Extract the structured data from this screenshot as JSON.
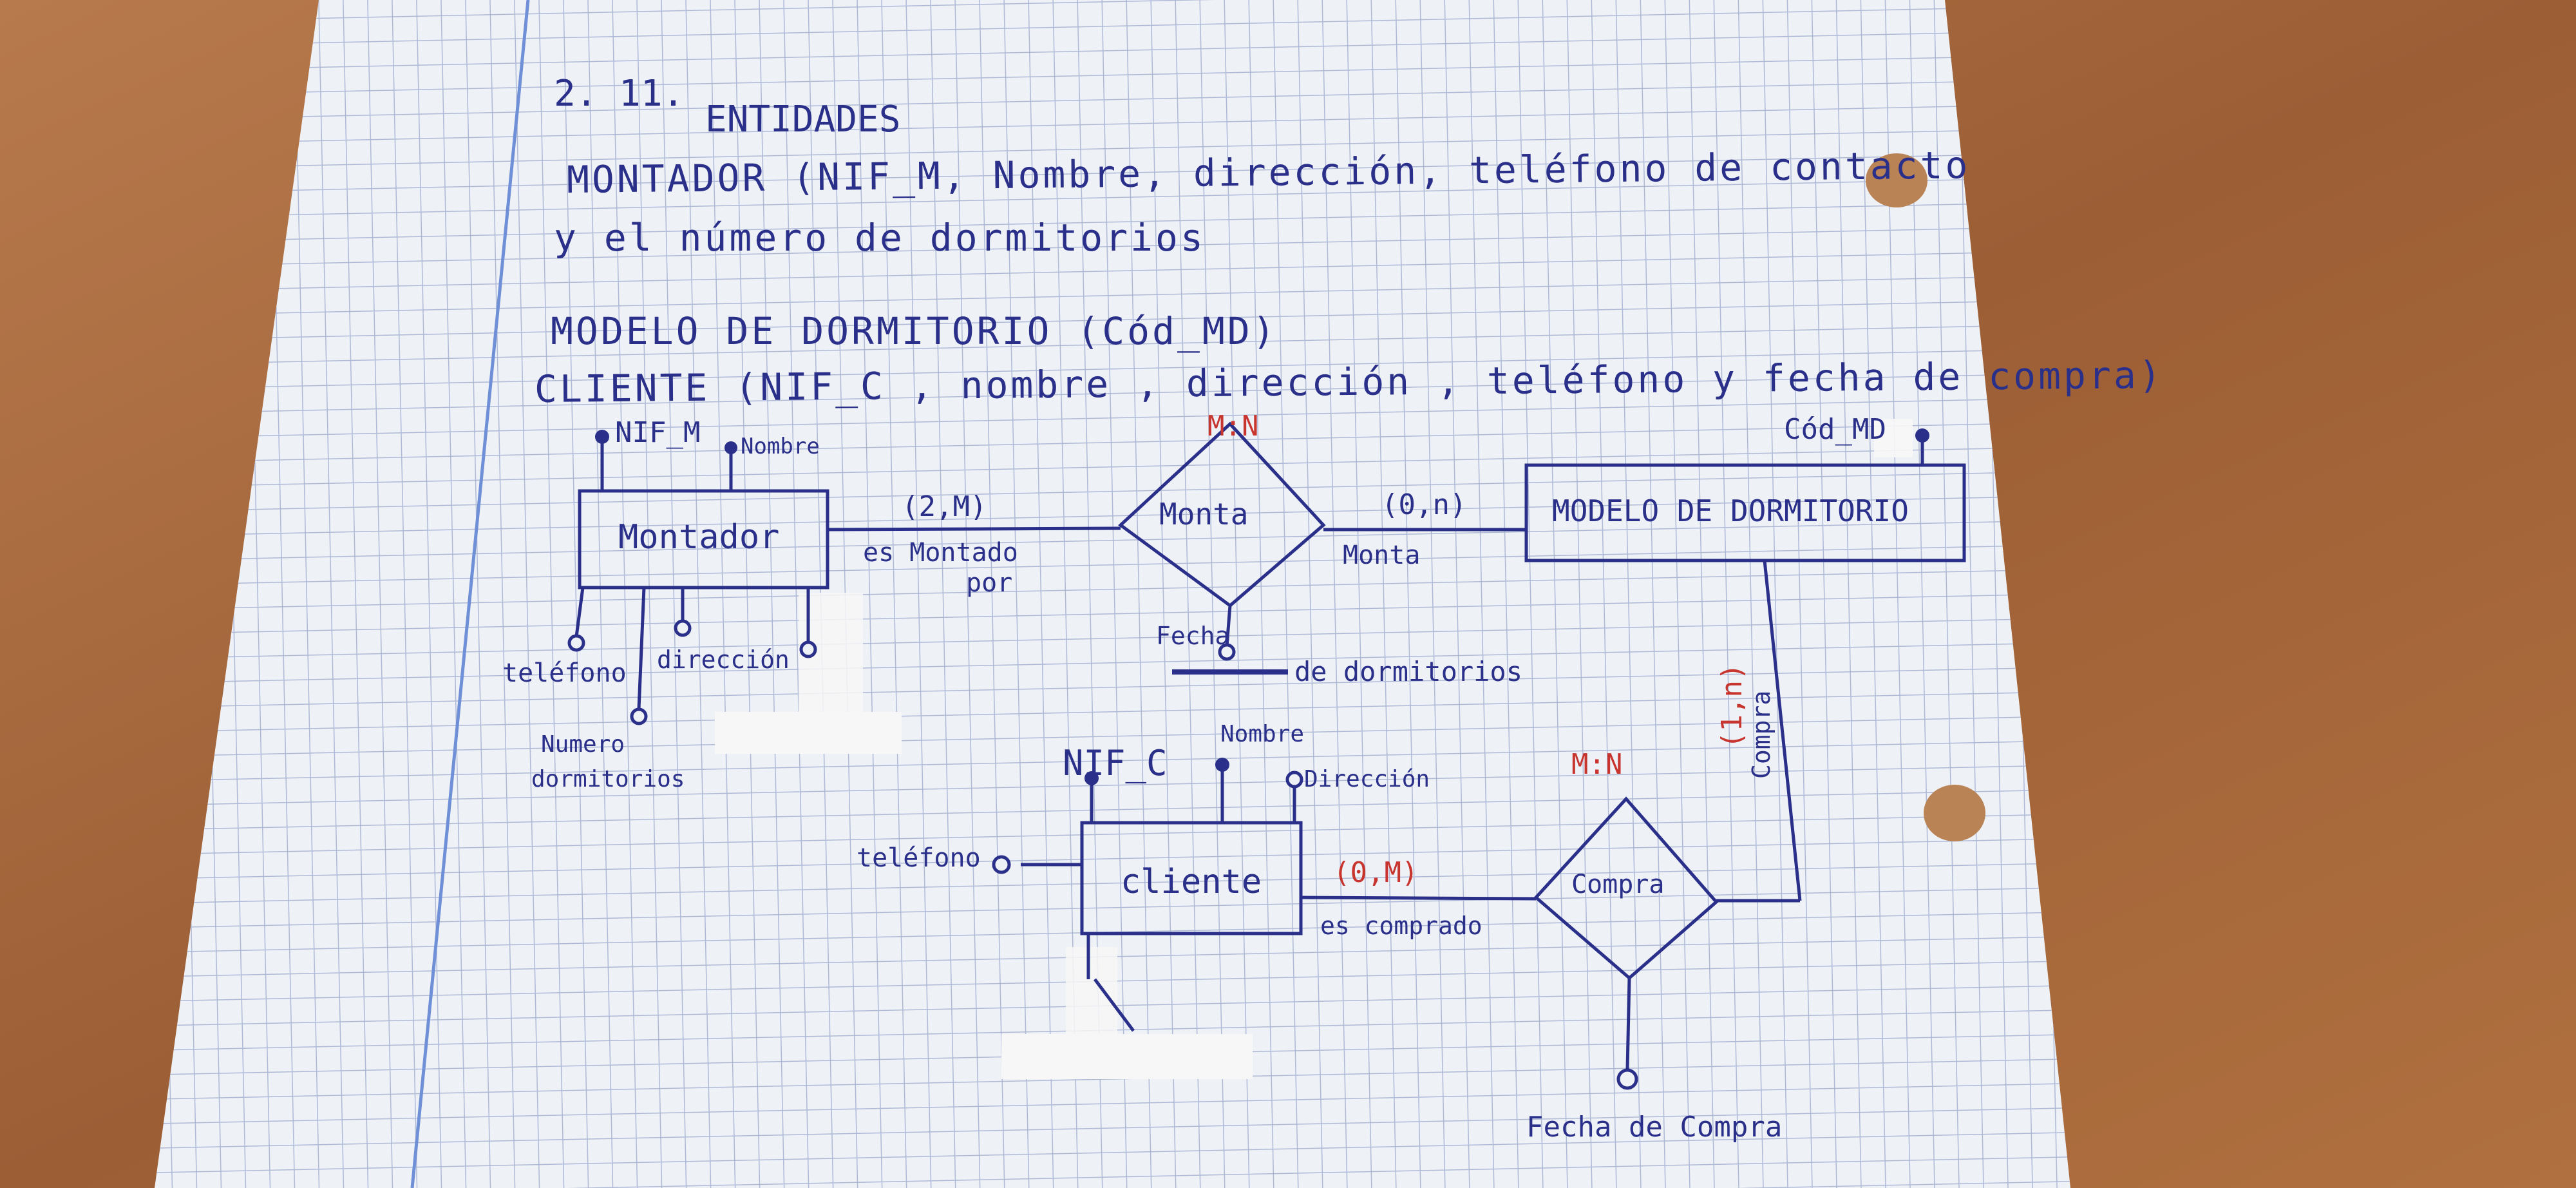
{
  "colors": {
    "ink": "#2a2f8a",
    "red_ink": "#c8342e",
    "paper": "#eef1f6",
    "grid": "#aeb9d6",
    "margin": "#6f8fd6",
    "desk": "#a8663a"
  },
  "header": {
    "number": "2. 11.",
    "heading": "ENTIDADES"
  },
  "entities_list": [
    "MONTADOR (NIF_M, Nombre, dirección, teléfono de contacto",
    "y el número de dormitorios",
    "MODELO DE DORMITORIO (Cód_MD)",
    "CLIENTE (NIF_C , nombre , dirección , teléfono y fecha de compra)"
  ],
  "diagram": {
    "entities": {
      "montador": "Montador",
      "modelo": "MODELO DE DORMITORIO",
      "cliente": "cliente"
    },
    "relationships": {
      "monta": "Monta",
      "compra": "Compra"
    },
    "cardinalities": {
      "monta_type": "M:N",
      "compra_type": "M:N",
      "montador_side": "(2,M)",
      "modelo_side": "(0,n)",
      "cliente_side": "(0,M)",
      "modelo_compra_side": "(1,n)"
    },
    "role_labels": {
      "es_montado_por_1": "es Montado",
      "es_montado_por_2": "por",
      "monta_role": "Monta",
      "es_comprado": "es comprado",
      "compra_role": "Compra"
    },
    "attributes": {
      "nif_m": "NIF_M",
      "nombre_m": "Nombre",
      "telefono_m": "teléfono",
      "direccion_m": "dirección",
      "numero_dorm_1": "Numero",
      "numero_dorm_2": "dormitorios",
      "cod_md": "Cód_MD",
      "fecha_1": "Fecha",
      "fecha_2": "de dormitorios",
      "nif_c": "NIF_C",
      "nombre_c": "Nombre",
      "direccion_c": "Dirección",
      "telefono_c": "teléfono",
      "fecha_compra": "Fecha de Compra"
    }
  }
}
